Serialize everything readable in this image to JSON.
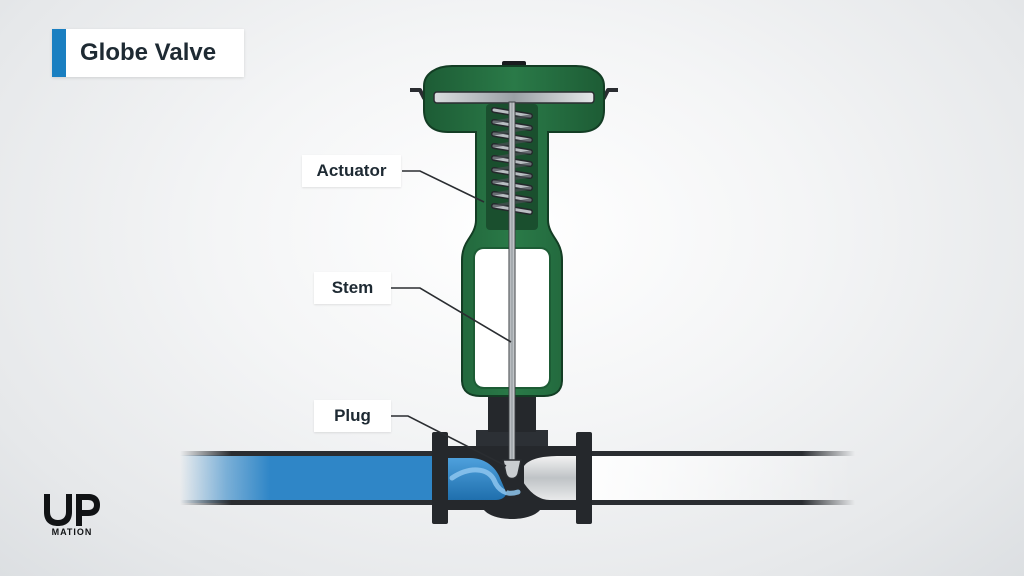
{
  "title": {
    "text": "Globe Valve",
    "accent_color": "#1a7fc1"
  },
  "labels": {
    "actuator": "Actuator",
    "stem": "Stem",
    "plug": "Plug"
  },
  "logo": {
    "mark": "UP",
    "subtext": "MATION"
  },
  "colors": {
    "actuator_green": "#226a3e",
    "actuator_dark": "#133d24",
    "fluid_blue": "#2f86c7",
    "pipe_dark": "#2a2d31",
    "body_dark": "#25282c"
  },
  "icons": {
    "logo": "updation-logo-icon"
  }
}
